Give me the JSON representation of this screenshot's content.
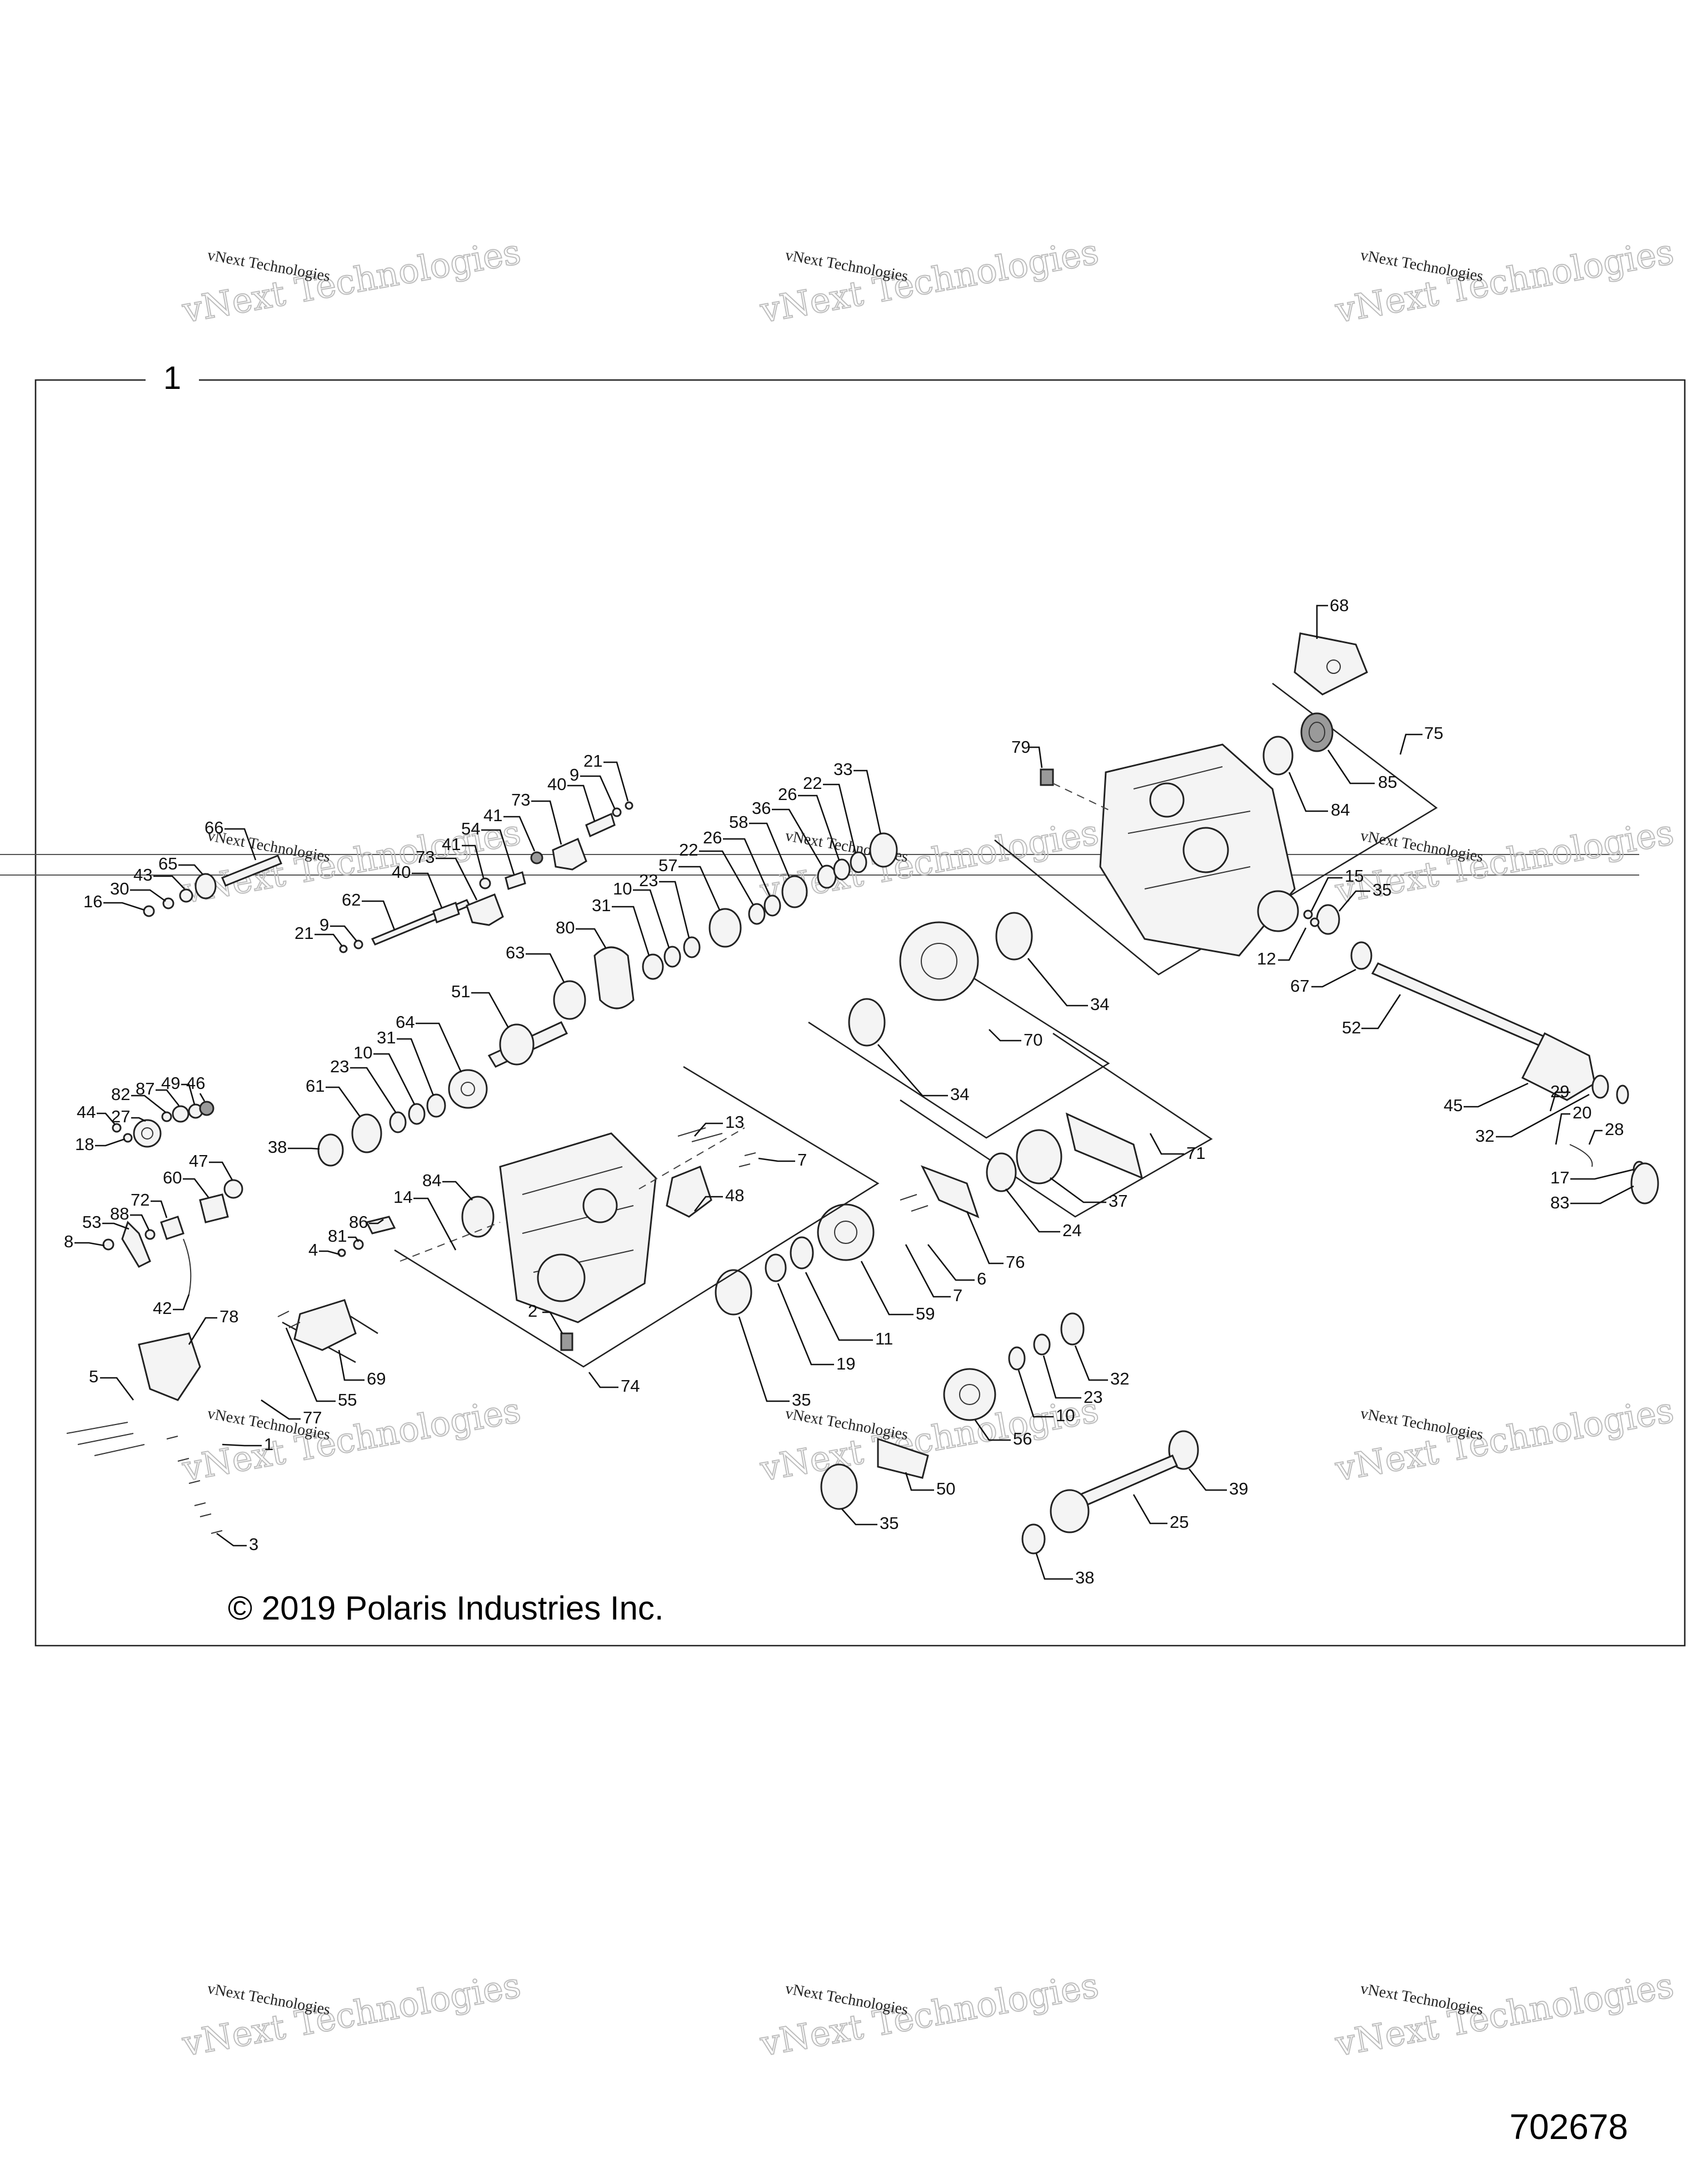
{
  "frame_label": "1",
  "copyright": "© 2019 Polaris Industries Inc.",
  "figure_number": "702678",
  "watermark": {
    "line1": "vNext Technologies",
    "ghost": "vNext Technologies"
  },
  "parts": {
    "grp_cap_plug_79": "79",
    "grp_housing_75": "75",
    "grp_bracket_68": "68",
    "grp_seal_84r": "84",
    "grp_bearing_85": "85",
    "grp_15": "15",
    "grp_35r": "35",
    "grp_12": "12",
    "grp_67": "67",
    "grp_52": "52",
    "grp_45": "45",
    "grp_32r": "32",
    "grp_29": "29",
    "grp_20": "20",
    "grp_28": "28",
    "grp_17": "17",
    "grp_83": "83",
    "grp_70": "70",
    "grp_34a": "34",
    "grp_34b": "34",
    "grp_71": "71",
    "grp_37": "37",
    "grp_24": "24",
    "grp_76": "76",
    "grp_6": "6",
    "grp_7b": "7",
    "grp_59": "59",
    "grp_11": "11",
    "grp_19": "19",
    "grp_35a": "35",
    "grp_32": "32",
    "grp_23b": "23",
    "grp_10b": "10",
    "grp_56": "56",
    "grp_50": "50",
    "grp_35b": "35",
    "grp_39": "39",
    "grp_25": "25",
    "grp_38b": "38",
    "grp_74": "74",
    "grp_2": "2",
    "grp_48": "48",
    "grp_13": "13",
    "grp_7a": "7",
    "grp_14": "14",
    "grp_84l": "84",
    "grp_86": "86",
    "grp_81": "81",
    "grp_4": "4",
    "grp_69": "69",
    "grp_55": "55",
    "grp_78": "78",
    "grp_77": "77",
    "grp_5": "5",
    "grp_1": "1",
    "grp_3": "3",
    "grp_8": "8",
    "grp_53": "53",
    "grp_88": "88",
    "grp_72": "72",
    "grp_42": "42",
    "grp_60": "60",
    "grp_47": "47",
    "grp_44": "44",
    "grp_18": "18",
    "grp_27": "27",
    "grp_82": "82",
    "grp_87": "87",
    "grp_49": "49",
    "grp_46": "46",
    "grp_38a": "38",
    "grp_61": "61",
    "grp_23a": "23",
    "grp_10a": "10",
    "grp_31a": "31",
    "grp_64": "64",
    "grp_51": "51",
    "grp_63": "63",
    "grp_80": "80",
    "grp_31b": "31",
    "grp_10c": "10",
    "grp_23c": "23",
    "grp_57": "57",
    "grp_22a": "22",
    "grp_26a": "26",
    "grp_58": "58",
    "grp_36": "36",
    "grp_26b": "26",
    "grp_22b": "22",
    "grp_33": "33",
    "grp_16": "16",
    "grp_30": "30",
    "grp_43": "43",
    "grp_65": "65",
    "grp_66": "66",
    "grp_21a": "21",
    "grp_9a": "9",
    "grp_62": "62",
    "grp_40a": "40",
    "grp_73a": "73",
    "grp_41a": "41",
    "grp_54": "54",
    "grp_41b": "41",
    "grp_73b": "73",
    "grp_40b": "40",
    "grp_9b": "9",
    "grp_21b": "21"
  }
}
